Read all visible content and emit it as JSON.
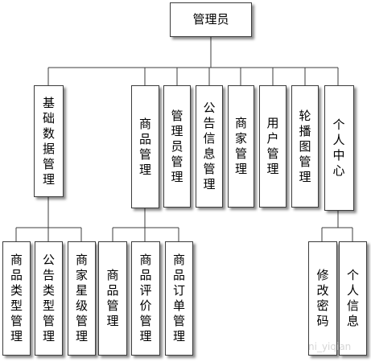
{
  "root": {
    "label": "管理员"
  },
  "level1": [
    {
      "id": "basic-data",
      "label": "基础数据管理"
    },
    {
      "id": "product",
      "label": "商品管理"
    },
    {
      "id": "admin",
      "label": "管理员管理"
    },
    {
      "id": "notice",
      "label": "公告信息管理"
    },
    {
      "id": "merchant",
      "label": "商家管理"
    },
    {
      "id": "user",
      "label": "用户管理"
    },
    {
      "id": "carousel",
      "label": "轮播图管理"
    },
    {
      "id": "personal-center",
      "label": "个人中心"
    }
  ],
  "basic_data_children": [
    {
      "label": "商品类型管理"
    },
    {
      "label": "公告类型管理"
    },
    {
      "label": "商家星级管理"
    }
  ],
  "product_children": [
    {
      "label": "商品管理"
    },
    {
      "label": "商品评价管理"
    },
    {
      "label": "商品订单管理"
    }
  ],
  "personal_center_children": [
    {
      "label": "修改密码"
    },
    {
      "label": "个人信息"
    }
  ],
  "watermark": "ni_yiqian",
  "colors": {
    "line": "#3c3c3c",
    "box_border": "#3c3c3c",
    "background": "#ffffff"
  }
}
